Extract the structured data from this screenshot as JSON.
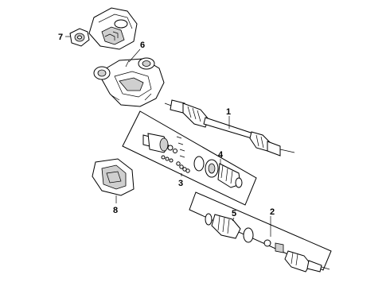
{
  "callouts": {
    "shaft_assembly": "1",
    "outer_joint_kit": "2",
    "inner_joint_kit": "3",
    "inner_boot_kit": "4",
    "outer_boot_kit": "5",
    "housing": "6",
    "flange": "7",
    "cover": "8"
  },
  "colors": {
    "line": "#000000",
    "background": "#ffffff",
    "shading": "#cfcfcf"
  }
}
